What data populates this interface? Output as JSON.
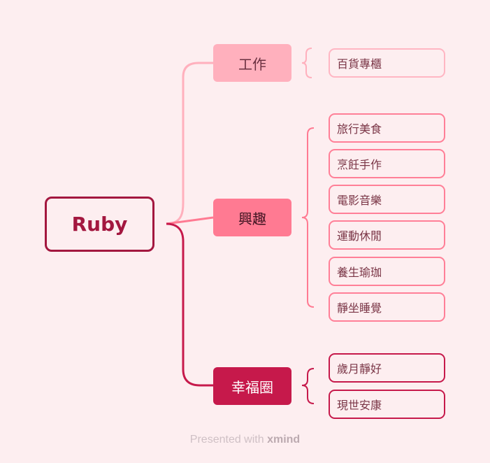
{
  "colors": {
    "background": "#fdeef0",
    "root": "#a3173f",
    "work": "#ffb0bd",
    "hobby": "#ff7a92",
    "happiness": "#c6194b"
  },
  "root": {
    "label": "Ruby"
  },
  "branches": [
    {
      "label": "工作",
      "children": [
        "百貨專櫃"
      ]
    },
    {
      "label": "興趣",
      "children": [
        "旅行美食",
        "烹飪手作",
        "電影音樂",
        "運動休閒",
        "養生瑜珈",
        "靜坐睡覺"
      ]
    },
    {
      "label": "幸福圈",
      "children": [
        "歲月靜好",
        "現世安康"
      ]
    }
  ],
  "footer": {
    "prefix": "Presented with ",
    "brand": "xmind"
  }
}
